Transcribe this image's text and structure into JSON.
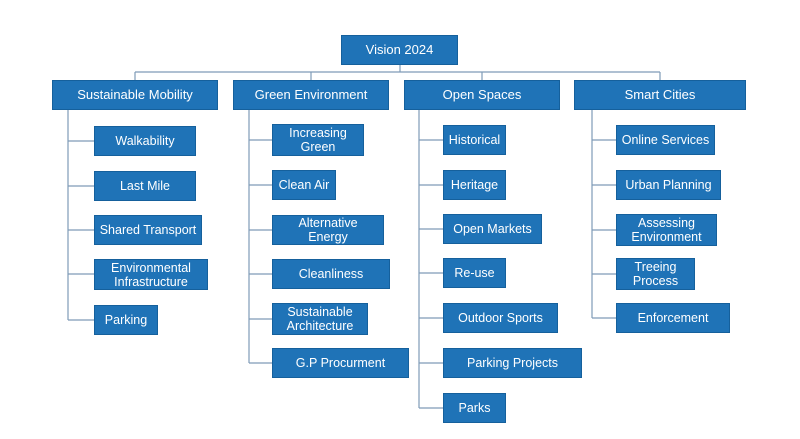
{
  "root": {
    "label": "Vision 2024"
  },
  "categories": [
    {
      "label": "Sustainable Mobility",
      "items": [
        "Walkability",
        "Last Mile",
        "Shared Transport",
        "Environmental Infrastructure",
        "Parking"
      ]
    },
    {
      "label": "Green Environment",
      "items": [
        "Increasing Green",
        "Clean Air",
        "Alternative Energy",
        "Cleanliness",
        "Sustainable Architecture",
        "G.P Procurment"
      ]
    },
    {
      "label": "Open Spaces",
      "items": [
        "Historical",
        "Heritage",
        "Open Markets",
        "Re-use",
        "Outdoor Sports",
        "Parking Projects",
        "Parks"
      ]
    },
    {
      "label": "Smart Cities",
      "items": [
        "Online Services",
        "Urban Planning",
        "Assessing Environment",
        "Treeing Process",
        "Enforcement"
      ]
    }
  ],
  "colors": {
    "box": "#1f73b7",
    "border": "#15609c",
    "connector": "#7f9bb8",
    "text": "#ffffff"
  }
}
